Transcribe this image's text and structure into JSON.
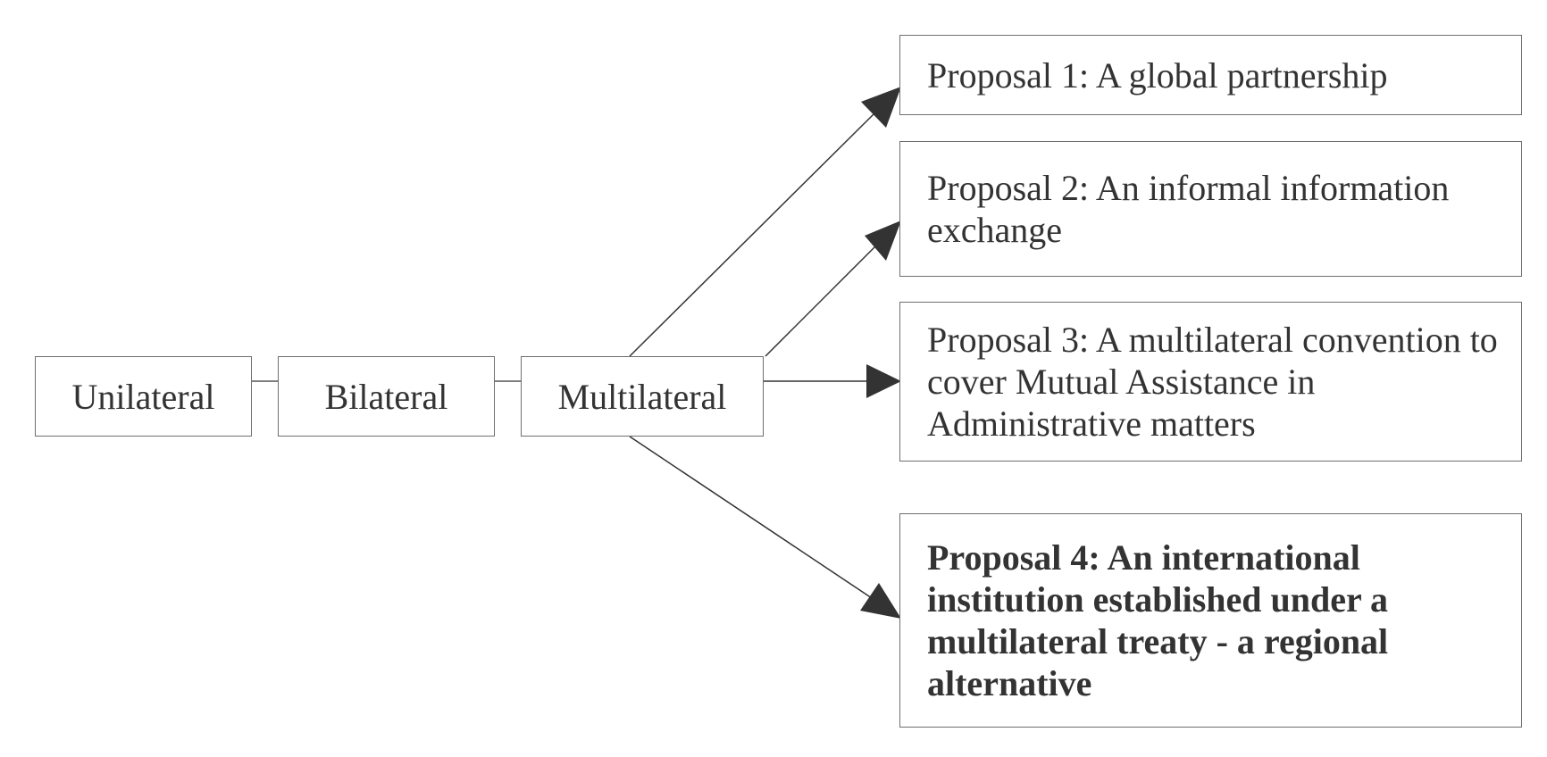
{
  "chain": {
    "unilateral": "Unilateral",
    "bilateral": "Bilateral",
    "multilateral": "Multilateral"
  },
  "proposals": [
    {
      "label": "Proposal 1: A global partnership",
      "bold": false
    },
    {
      "label": "Proposal 2: An informal information exchange",
      "bold": false
    },
    {
      "label": "Proposal 3: A multilateral convention to cover Mutual Assistance in Administrative matters",
      "bold": false
    },
    {
      "label": "Proposal 4: An international institution established under a multilateral treaty - a regional alternative",
      "bold": true
    }
  ],
  "colors": {
    "border": "#6e6e6e",
    "connector": "#333333",
    "text": "#333333"
  }
}
